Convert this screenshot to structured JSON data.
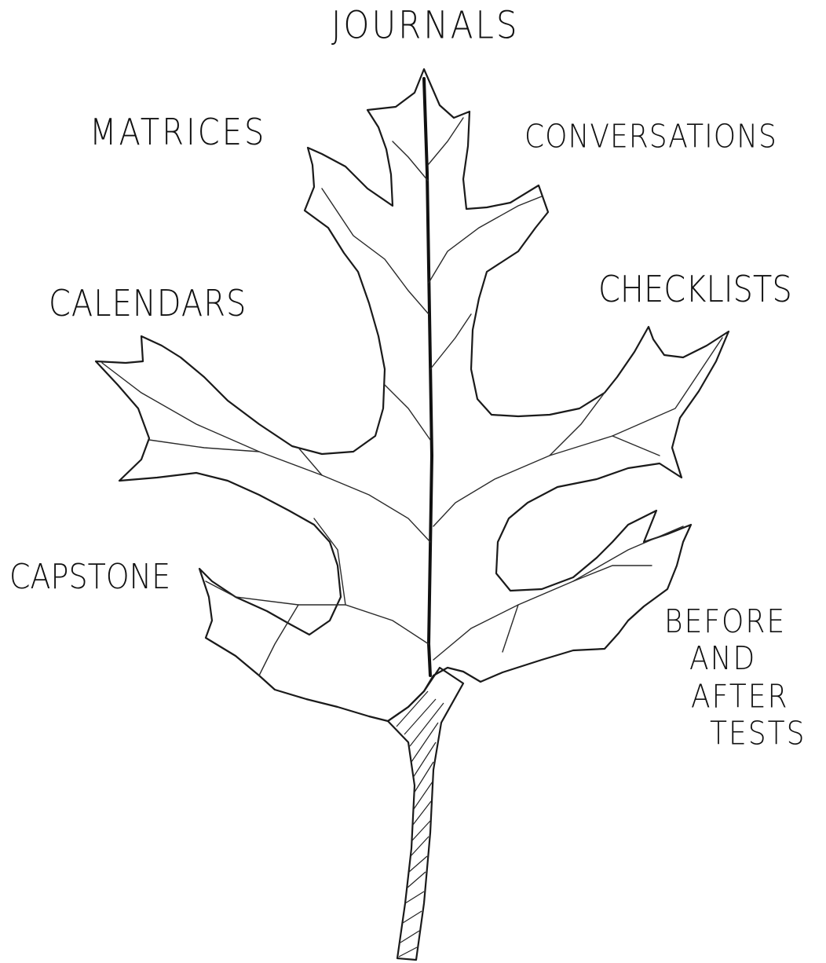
{
  "diagram": {
    "labels": {
      "journals": "JOURNALS",
      "matrices": "MATRICES",
      "conversations": "CONVERSATIONS",
      "calendars": "CALENDARS",
      "checklists": "CHECKLISTS",
      "capstone": "CAPSTONE",
      "before_after": [
        "BEFORE",
        "AND",
        "AFTER",
        "TESTS"
      ]
    },
    "style": {
      "ink": "#1a1a1a",
      "background": "#ffffff"
    }
  }
}
